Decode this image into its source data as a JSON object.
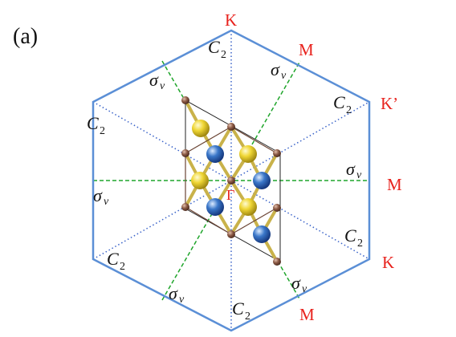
{
  "panel_label": "(a)",
  "center_label": "Γ",
  "points": {
    "K_top": "K",
    "M_upper_right": "M",
    "K_prime": "K’",
    "M_right": "M",
    "K_lower_right": "K",
    "M_bottom": "M"
  },
  "symmetry": {
    "c2": "C",
    "c2_sub": "2",
    "sigma": "σ",
    "sigma_sub": "v"
  },
  "colors": {
    "hexagon": "#5b8fd6",
    "c2_axis": "#3a63c9",
    "mirror": "#1fa52b",
    "labels": "#e8231e",
    "atom_yellow": "#efd634",
    "atom_blue": "#3a77c9",
    "atom_brown": "#8b5a45"
  }
}
